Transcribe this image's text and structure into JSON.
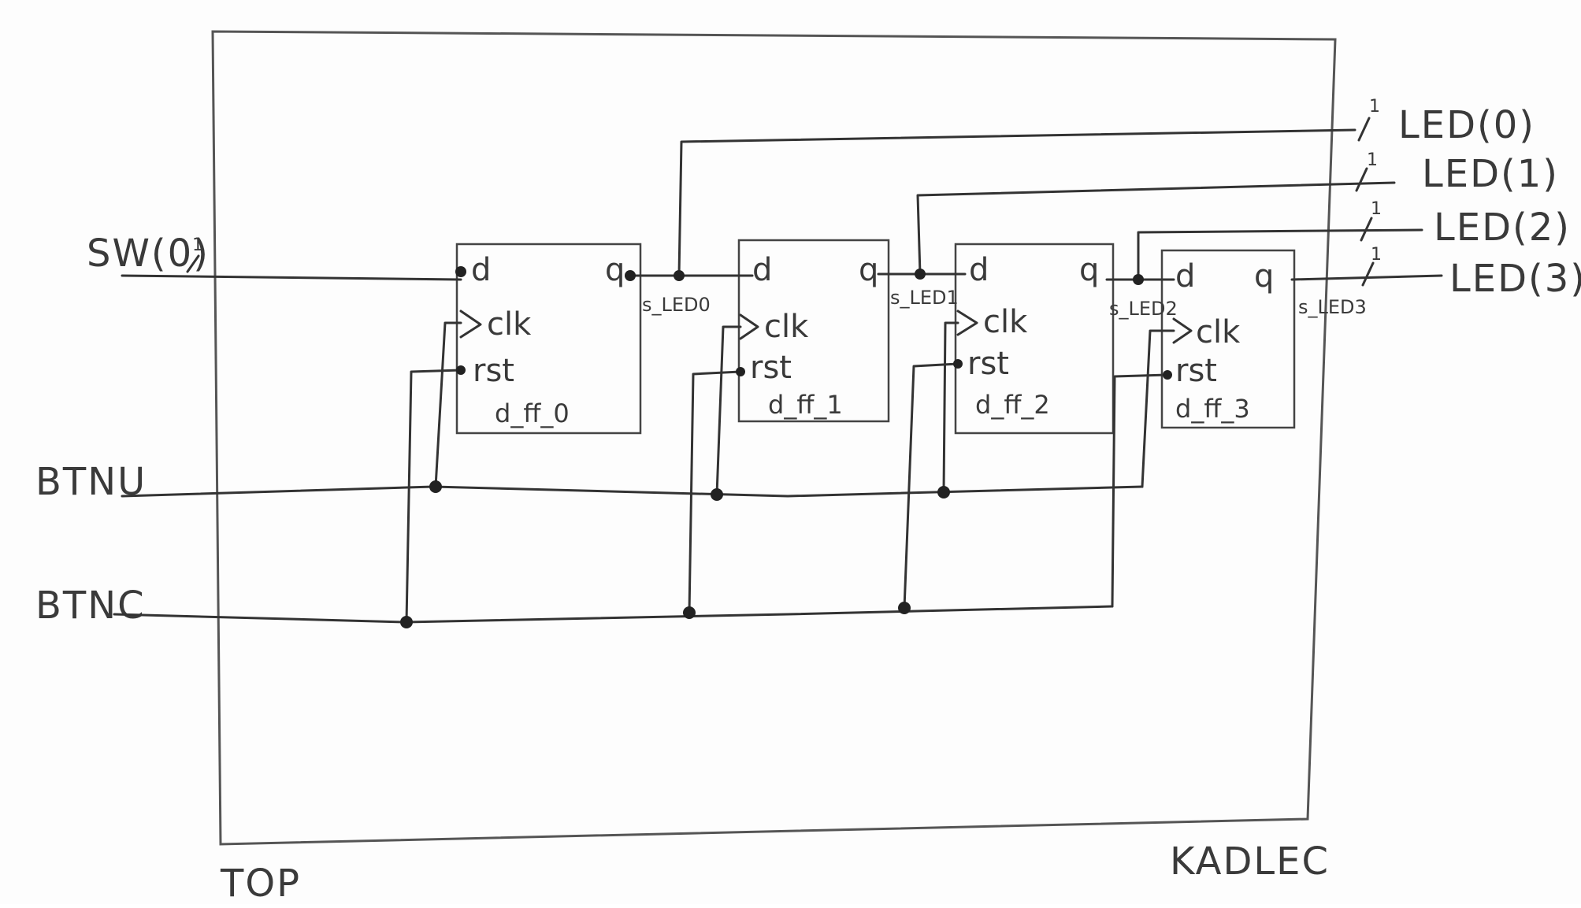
{
  "top_label": "TOP",
  "author": "KADLEC",
  "inputs": {
    "sw": "SW(0)",
    "btnu": "BTNU",
    "btnc": "BTNC"
  },
  "bus_width": "1",
  "outputs": [
    "LED(0)",
    "LED(1)",
    "LED(2)",
    "LED(3)"
  ],
  "pins": {
    "d": "d",
    "q": "q",
    "clk": "clk",
    "rst": "rst"
  },
  "flip_flops": [
    "d_ff_0",
    "d_ff_1",
    "d_ff_2",
    "d_ff_3"
  ],
  "signals": [
    "s_LED0",
    "s_LED1",
    "s_LED2",
    "s_LED3"
  ]
}
